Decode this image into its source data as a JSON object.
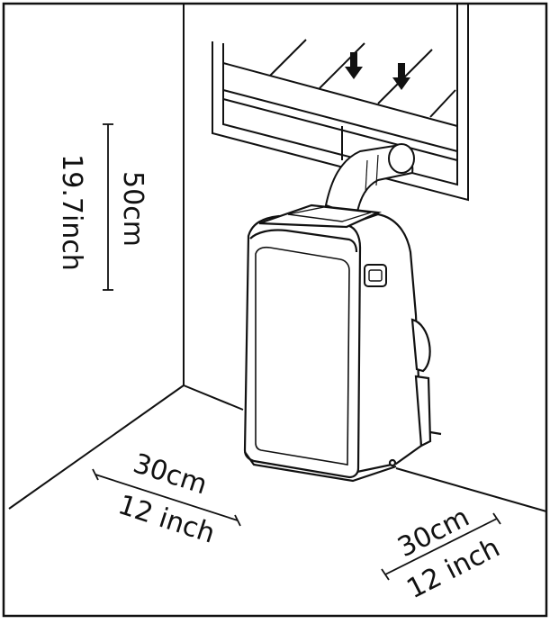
{
  "diagram": {
    "subject": "portable air conditioner clearance installation",
    "stroke_color": "#111111",
    "background_color": "#ffffff",
    "clearances": {
      "top": {
        "metric": "50cm",
        "imperial": "19.7inch"
      },
      "left": {
        "metric": "30cm",
        "imperial": "12 inch"
      },
      "right": {
        "metric": "30cm",
        "imperial": "12 inch"
      }
    }
  }
}
